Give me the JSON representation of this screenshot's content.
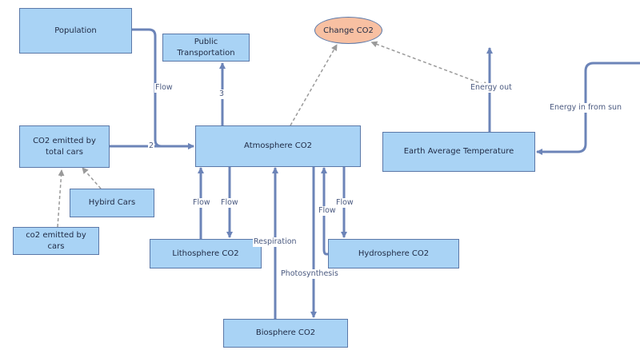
{
  "nodes": {
    "population": "Population",
    "public_transportation": "Public Transportation",
    "change_co2": "Change CO2",
    "co2_total_cars": "CO2 emitted by total cars",
    "hybrid_cars": "Hybird Cars",
    "co2_cars": "co2 emitted by cars",
    "atmosphere": "Atmosphere CO2",
    "lithosphere": "Lithosphere CO2",
    "hydrosphere": "Hydrosphere CO2",
    "biosphere": "Biosphere CO2",
    "earth_temp": "Earth Average Temperature"
  },
  "labels": {
    "flow_population": "Flow",
    "two": "2",
    "three": "3",
    "flow_litho_up": "Flow",
    "flow_litho_down": "Flow",
    "respiration": "Respiration",
    "photosynthesis": "Photosynthesis",
    "flow_hydro_up": "Flow",
    "flow_hydro_down": "Flow",
    "energy_out": "Energy out",
    "energy_in": "Energy in from sun"
  },
  "colors": {
    "box_fill": "#a9d3f5",
    "box_border": "#5b78a8",
    "ellipse_fill": "#f8c0a2",
    "arrow": "#6c84b8",
    "dashed_arrow": "#9a9a9a"
  }
}
